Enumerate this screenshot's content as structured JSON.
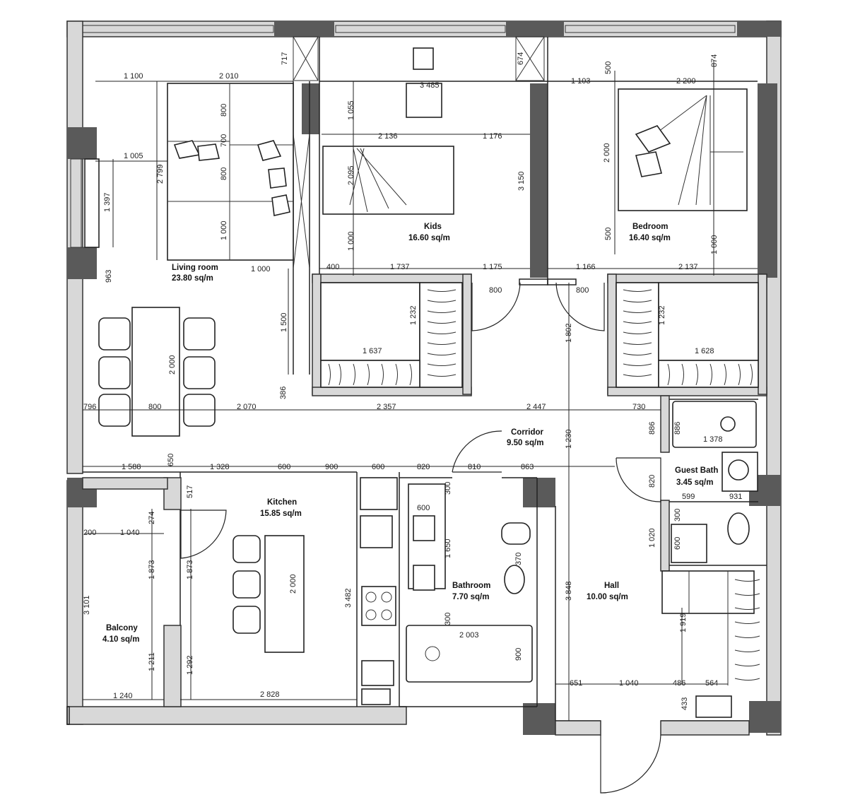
{
  "rooms": {
    "living": {
      "name": "Living room",
      "area": "23.80 sq/m"
    },
    "kids": {
      "name": "Kids",
      "area": "16.60 sq/m"
    },
    "bedroom": {
      "name": "Bedroom",
      "area": "16.40 sq/m"
    },
    "corridor": {
      "name": "Corridor",
      "area": "9.50 sq/m"
    },
    "guest_bath": {
      "name": "Guest Bath",
      "area": "3.45 sq/m"
    },
    "kitchen": {
      "name": "Kitchen",
      "area": "15.85 sq/m"
    },
    "bathroom": {
      "name": "Bathroom",
      "area": "7.70 sq/m"
    },
    "hall": {
      "name": "Hall",
      "area": "10.00 sq/m"
    },
    "balcony": {
      "name": "Balcony",
      "area": "4.10 sq/m"
    }
  },
  "dims": {
    "d01": "1 100",
    "d02": "2 010",
    "d03": "717",
    "d04": "3 485",
    "d05": "674",
    "d06": "1 103",
    "d07": "500",
    "d08": "2 200",
    "d09": "874",
    "d10": "1 055",
    "d11": "2 136",
    "d12": "1 176",
    "d13": "2 000",
    "d14": "1 005",
    "d15": "2 799",
    "d16": "800",
    "d17": "700",
    "d18": "800",
    "d19": "1 397",
    "d20": "2 095",
    "d21": "3 150",
    "d22": "1 000",
    "d23": "500",
    "d24": "1 000",
    "d25": "1 000",
    "d26": "1 000",
    "d27": "400",
    "d28": "1 737",
    "d29": "1 175",
    "d30": "1 166",
    "d31": "2 137",
    "d32": "963",
    "d33": "800",
    "d34": "800",
    "d35": "1 232",
    "d36": "1 232",
    "d37": "1 500",
    "d38": "1 637",
    "d39": "1 628",
    "d40": "1 802",
    "d41": "2 000",
    "d42": "386",
    "d43": "796",
    "d44": "800",
    "d45": "2 070",
    "d46": "2 357",
    "d47": "2 447",
    "d48": "730",
    "d49": "886",
    "d50": "886",
    "d51": "1 378",
    "d52": "650",
    "d53": "1 230",
    "d54": "1 588",
    "d55": "1 328",
    "d56": "600",
    "d57": "900",
    "d58": "600",
    "d59": "820",
    "d60": "810",
    "d61": "863",
    "d62": "820",
    "d63": "517",
    "d64": "274",
    "d65": "300",
    "d66": "599",
    "d67": "931",
    "d68": "200",
    "d69": "1 040",
    "d70": "600",
    "d71": "300",
    "d72": "1 873",
    "d73": "1 873",
    "d74": "2 000",
    "d75": "3 482",
    "d76": "1 650",
    "d77": "370",
    "d78": "3 848",
    "d79": "1 020",
    "d80": "600",
    "d81": "3 101",
    "d82": "300",
    "d83": "2 003",
    "d84": "900",
    "d85": "1 919",
    "d86": "1 211",
    "d87": "1 292",
    "d88": "1 240",
    "d89": "2 828",
    "d90": "651",
    "d91": "1 040",
    "d92": "486",
    "d93": "564",
    "d94": "433"
  }
}
